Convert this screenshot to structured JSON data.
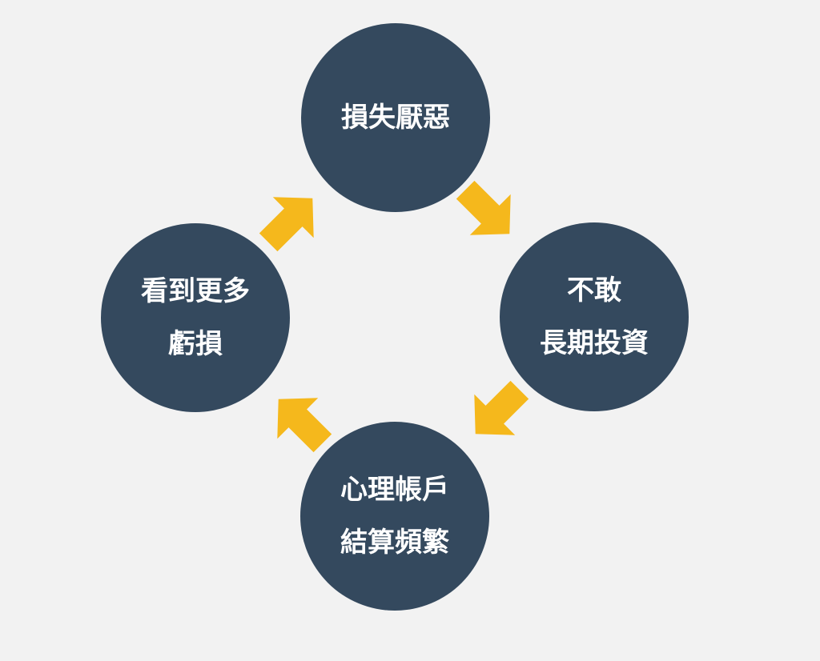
{
  "diagram": {
    "type": "cycle",
    "colors": {
      "background": "#f2f2f2",
      "node_fill": "#34495e",
      "node_text": "#ffffff",
      "arrow": "#f5b81c"
    },
    "nodes": [
      {
        "id": "top",
        "lines": [
          "損失厭惡"
        ]
      },
      {
        "id": "right",
        "lines": [
          "不敢",
          "長期投資"
        ]
      },
      {
        "id": "bottom",
        "lines": [
          "心理帳戶",
          "結算頻繁"
        ]
      },
      {
        "id": "left",
        "lines": [
          "看到更多",
          "虧損"
        ]
      }
    ],
    "arrows": [
      {
        "from": "top",
        "to": "right",
        "direction": "down-right"
      },
      {
        "from": "right",
        "to": "bottom",
        "direction": "down-left"
      },
      {
        "from": "bottom",
        "to": "left",
        "direction": "up-left"
      },
      {
        "from": "left",
        "to": "top",
        "direction": "up-right"
      }
    ]
  }
}
